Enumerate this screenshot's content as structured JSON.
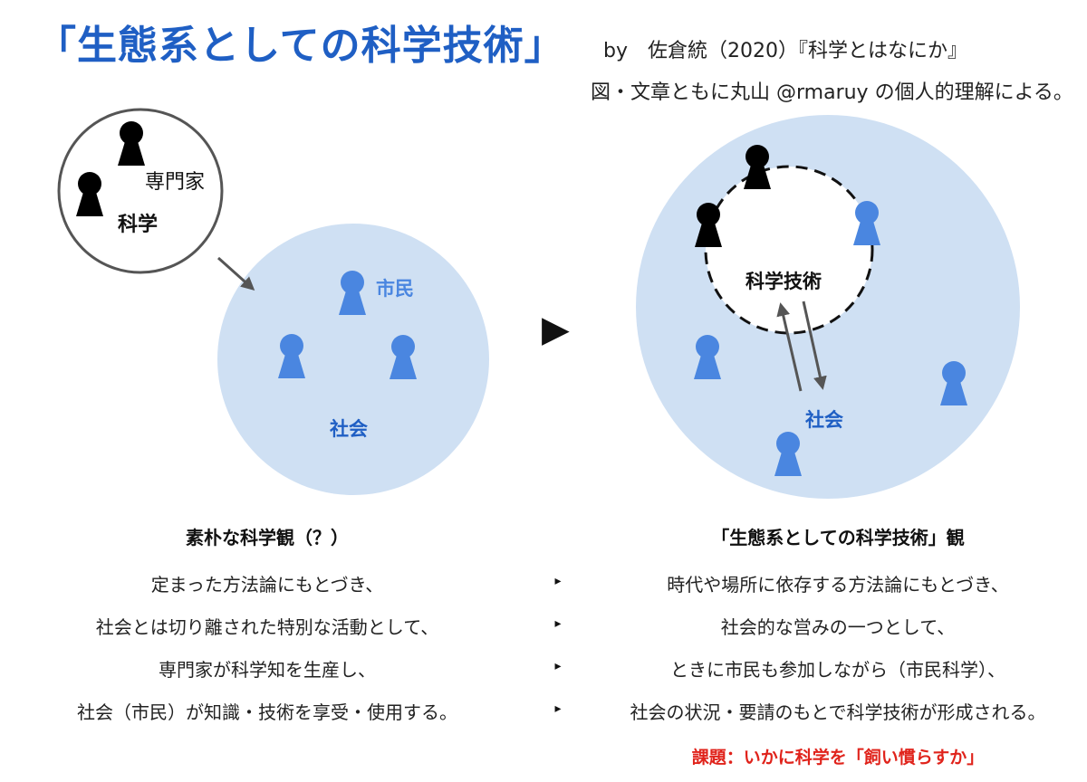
{
  "header": {
    "title": "「生態系としての科学技術」",
    "citation": "by　佐倉統（2020）『科学とはなにか』",
    "credit": "図・文章ともに丸山 @rmaruy の個人的理解による。"
  },
  "diagram_left": {
    "science_circle_label": "科学",
    "expert_label": "専門家",
    "society_label": "社会",
    "citizen_label": "市民"
  },
  "diagram_right": {
    "scitech_label": "科学技術",
    "society_label": "社会"
  },
  "arrow_glyph": "▶",
  "left_column": {
    "heading": "素朴な科学観（？）",
    "lines": [
      "定まった方法論にもとづき、",
      "社会とは切り離された特別な活動として、",
      "専門家が科学知を生産し、",
      "社会（市民）が知識・技術を享受・使用する。"
    ]
  },
  "right_column": {
    "heading": "「生態系としての科学技術」観",
    "lines": [
      "時代や場所に依存する方法論にもとづき、",
      "社会的な営みの一つとして、",
      "ときに市民も参加しながら（市民科学）、",
      "社会の状況・要請のもとで科学技術が形成される。"
    ]
  },
  "bullets": [
    "▸",
    "▸",
    "▸",
    "▸"
  ],
  "issue": "課題：いかに科学を「飼い慣らすか」",
  "colors": {
    "title_blue": "#1f5fc4",
    "society_fill": "#cfe0f3",
    "citizen_blue": "#4a86e0",
    "label_blue": "#1f5fc4",
    "expert_black": "#000000",
    "issue_red": "#e0231b"
  }
}
